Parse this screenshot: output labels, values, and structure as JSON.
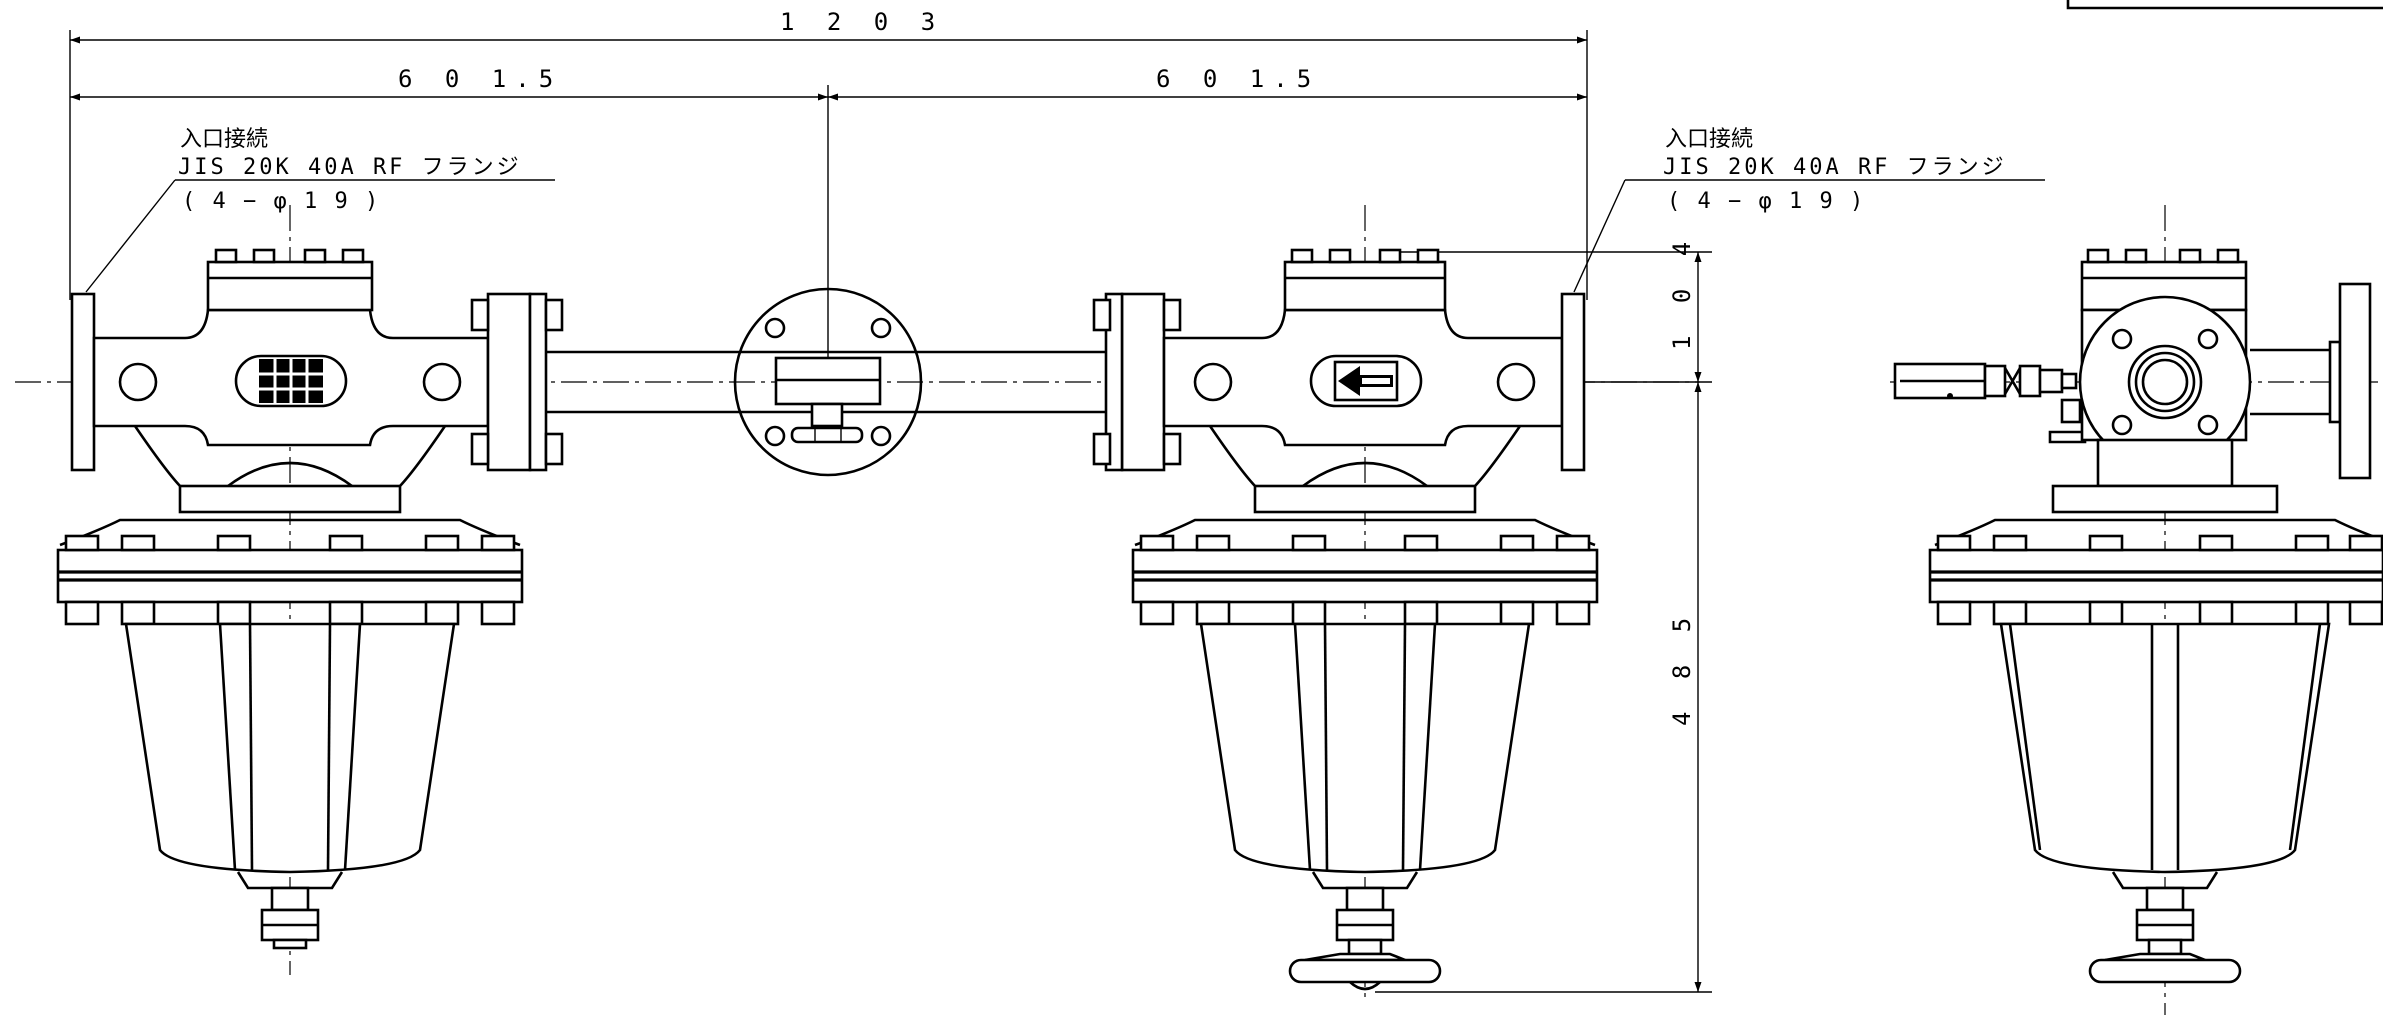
{
  "dimensions": {
    "overall_width": "1 2 0 3",
    "left_half": "6 0 1.5",
    "right_half": "6 0 1.5",
    "top_height": "1 0 4",
    "bottom_height": "4 8 5"
  },
  "callouts": {
    "left": {
      "title": "入口接続",
      "spec": "JIS 20K 40A RF フランジ",
      "holes": "( 4 − φ 1 9 )"
    },
    "right": {
      "title": "入口接続",
      "spec": "JIS 20K 40A RF フランジ",
      "holes": "( 4 − φ 1 9 )"
    }
  },
  "icons": {
    "strainer_window": "strainer-grid-icon",
    "flow_direction": "flow-arrow-icon"
  }
}
